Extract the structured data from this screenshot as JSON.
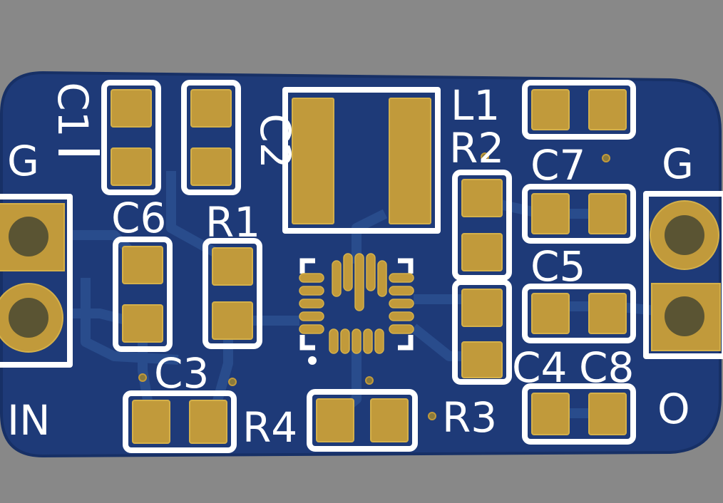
{
  "board": {
    "colors": {
      "background": "#888888",
      "soldermask": "#1e3a78",
      "copper_trace": "#274a88",
      "pad": "#c19a3b",
      "pad_highlight": "#d4b04a",
      "silkscreen": "#ffffff",
      "drill": "#5a5433"
    }
  },
  "labels": {
    "c1": "C1",
    "c2": "C2",
    "c3": "C3",
    "c4": "C4",
    "c5": "C5",
    "c6": "C6",
    "c7": "C7",
    "c8": "C8",
    "r1": "R1",
    "r2": "R2",
    "r3": "R3",
    "r4": "R4",
    "l1": "L1",
    "g_left": "G",
    "in": "IN",
    "g_right": "G",
    "o": "O"
  }
}
